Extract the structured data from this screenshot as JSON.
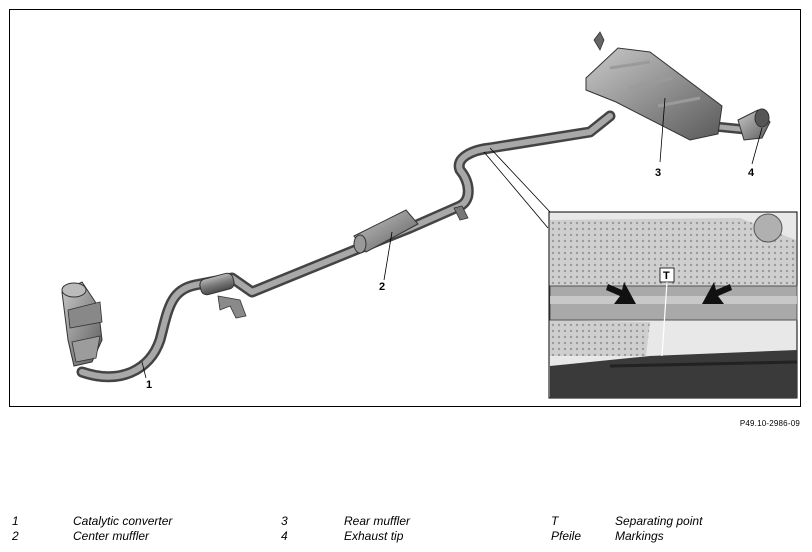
{
  "figure": {
    "callouts": {
      "c1": "1",
      "c2": "2",
      "c3": "3",
      "c4": "4",
      "t": "T"
    },
    "reference": "P49.10-2986-09"
  },
  "legend": [
    {
      "key": "1",
      "label": "Catalytic converter"
    },
    {
      "key": "2",
      "label": "Center muffler"
    },
    {
      "key": "3",
      "label": "Rear muffler"
    },
    {
      "key": "4",
      "label": "Exhaust tip"
    },
    {
      "key": "T",
      "label": "Separating point"
    },
    {
      "key": "Pfeile",
      "label": "Markings"
    }
  ]
}
